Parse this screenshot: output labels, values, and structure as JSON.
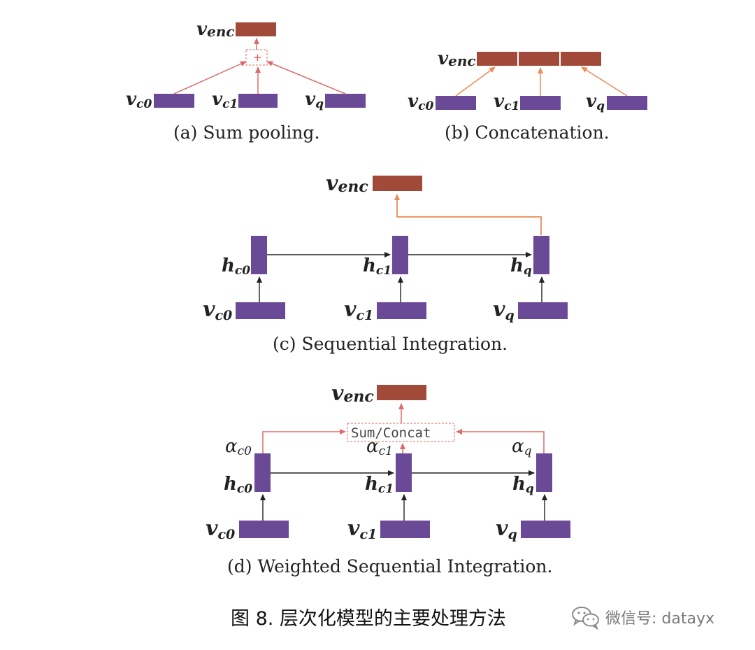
{
  "colors": {
    "vector_purple": "#6a4a97",
    "encoding_brown": "#a24a3a",
    "arrow_orange": "#ee8a55",
    "arrow_red": "#e06a6a",
    "arrow_black": "#222222",
    "watermark_gray": "#7a7a7a"
  },
  "labels": {
    "v": "v",
    "h": "h",
    "alpha": "α",
    "enc": "enc",
    "c0": "c0",
    "c1": "c1",
    "q": "q",
    "plus": "+",
    "sum_concat": "Sum/Concat"
  },
  "panels": {
    "a": {
      "caption": "(a) Sum pooling."
    },
    "b": {
      "caption": "(b) Concatenation."
    },
    "c": {
      "caption": "(c) Sequential Integration."
    },
    "d": {
      "caption": "(d) Weighted Sequential Integration."
    }
  },
  "figure_title": "图 8.  层次化模型的主要处理方法",
  "watermark": {
    "icon": "wechat-icon",
    "text": "微信号: datayx"
  }
}
